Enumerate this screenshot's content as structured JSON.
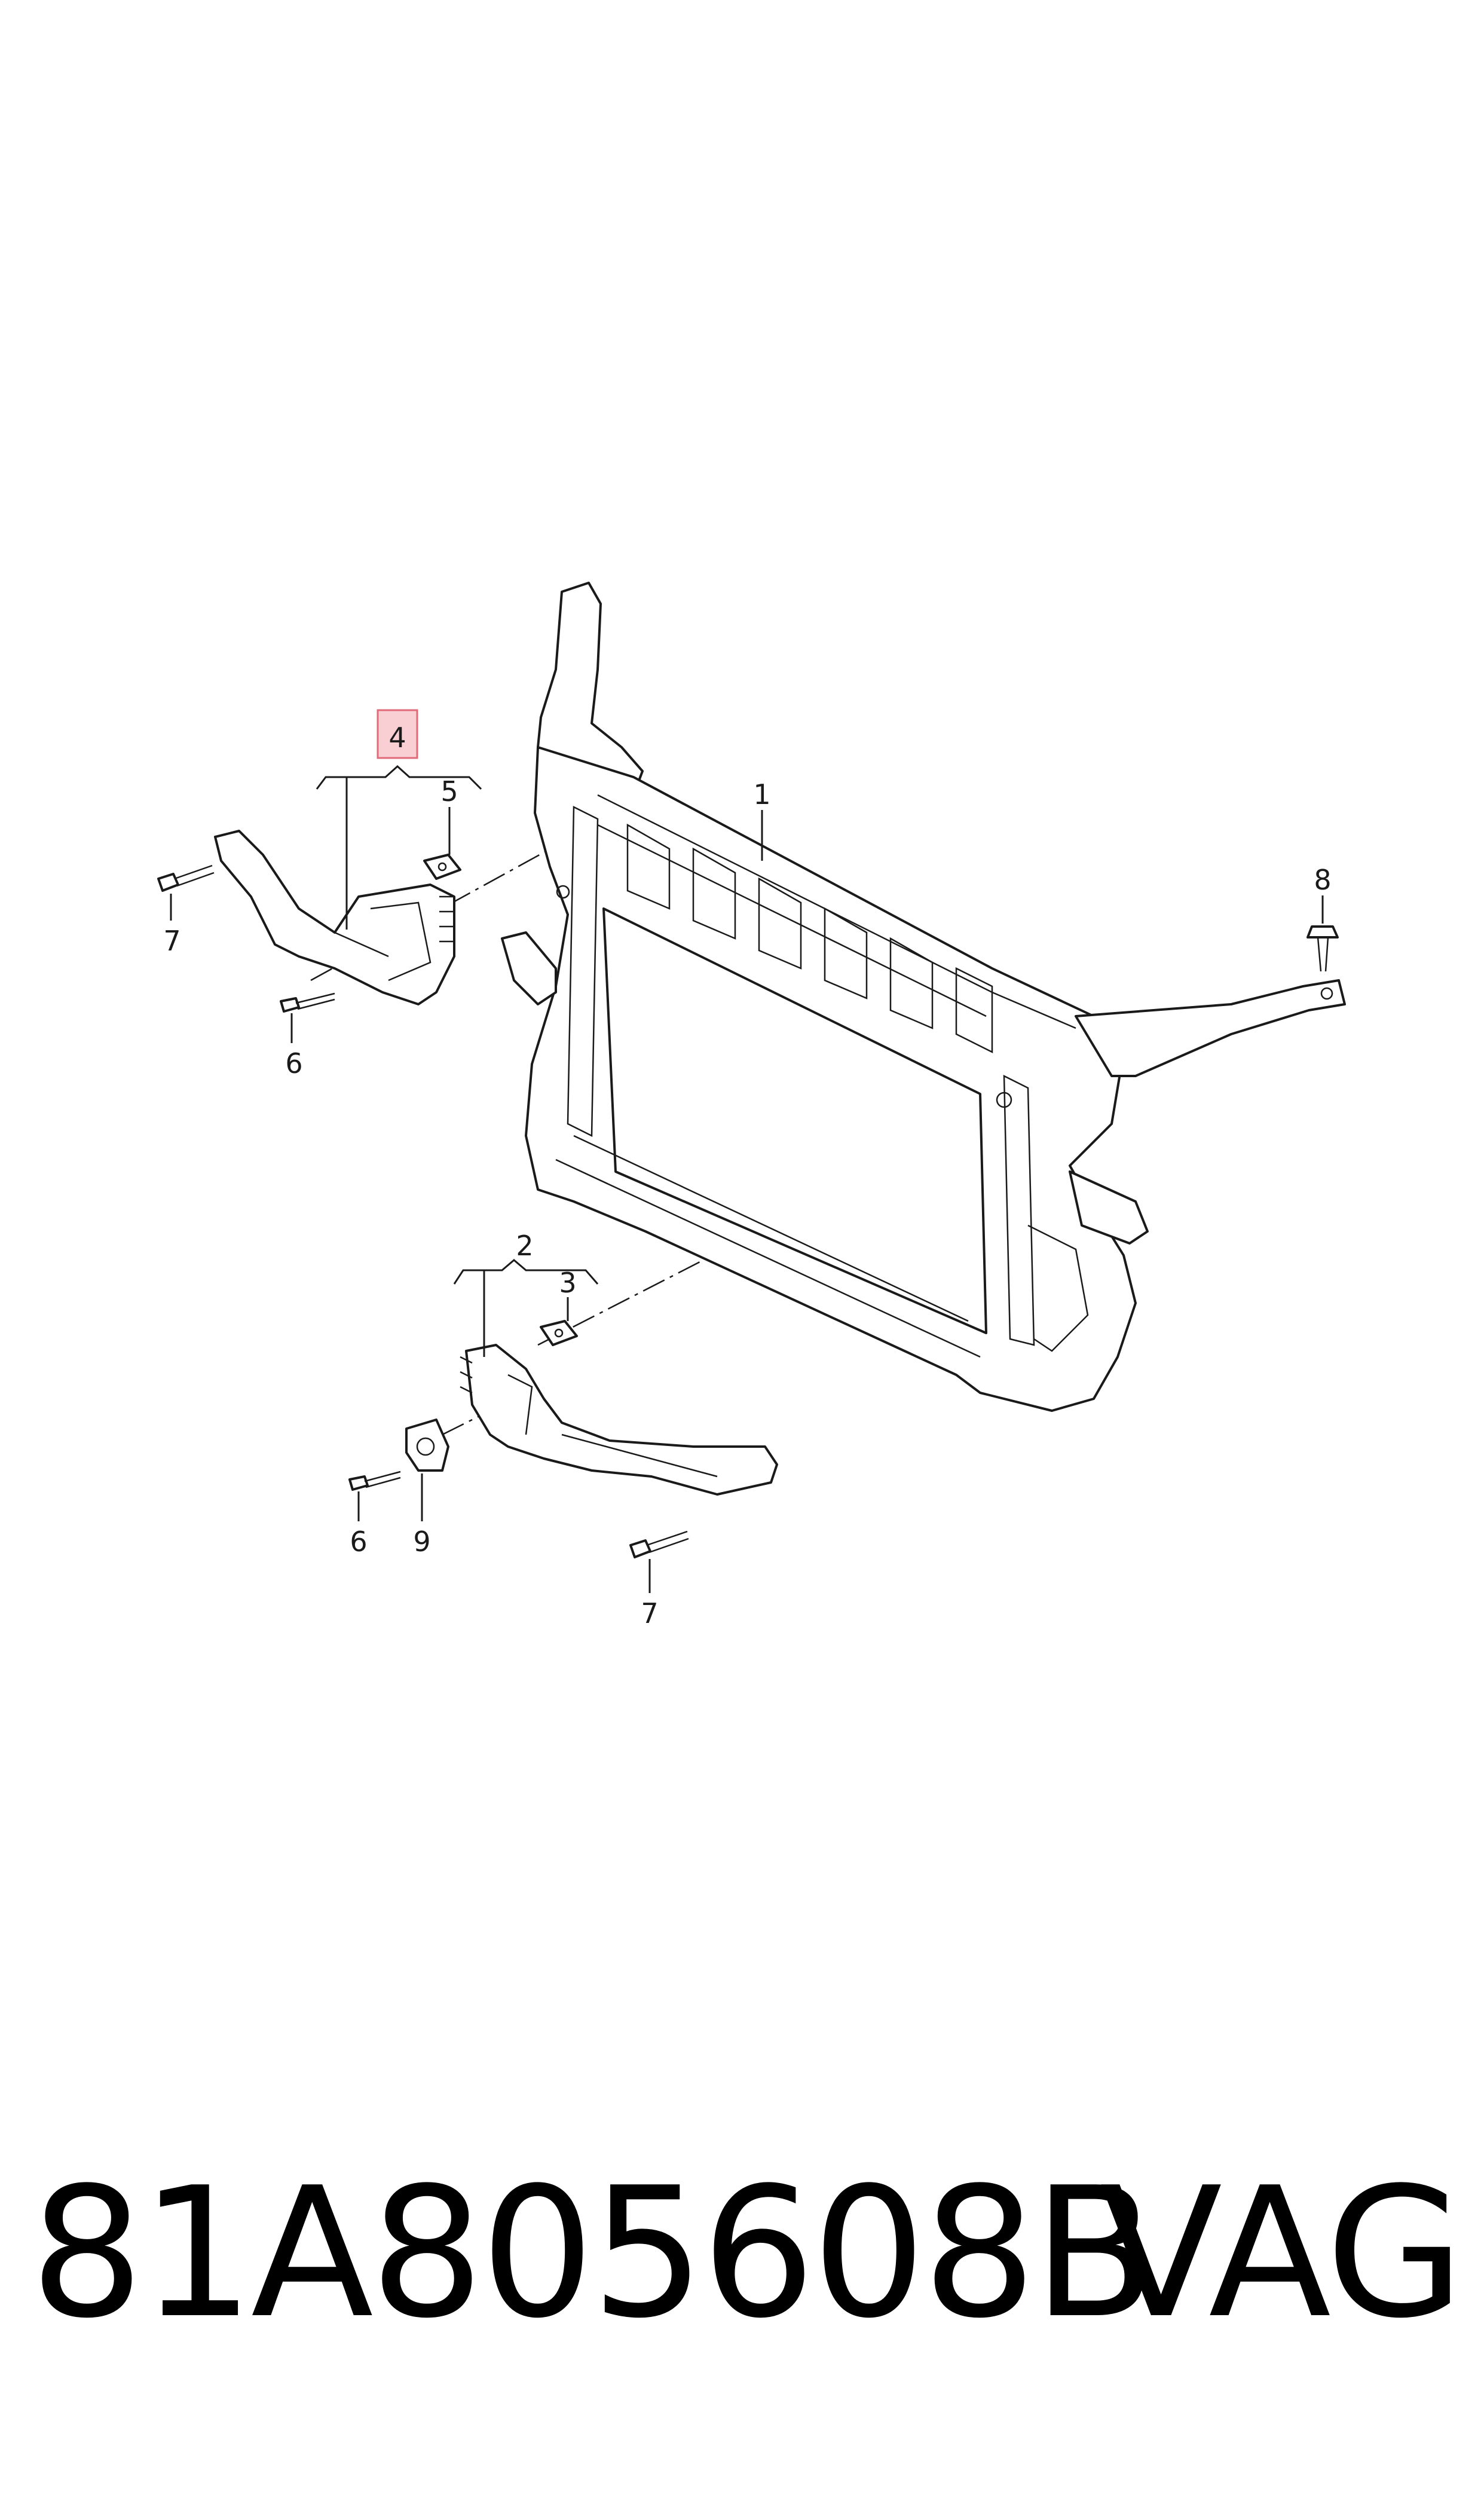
{
  "callouts": {
    "c1": "1",
    "c2": "2",
    "c3": "3",
    "c4": "4",
    "c5": "5",
    "c6a": "6",
    "c6b": "6",
    "c7a": "7",
    "c7b": "7",
    "c8": "8",
    "c9": "9"
  },
  "highlight_color": "#f4a8b0",
  "footer": {
    "part_number": "81A805608B",
    "brand": "VAG"
  }
}
